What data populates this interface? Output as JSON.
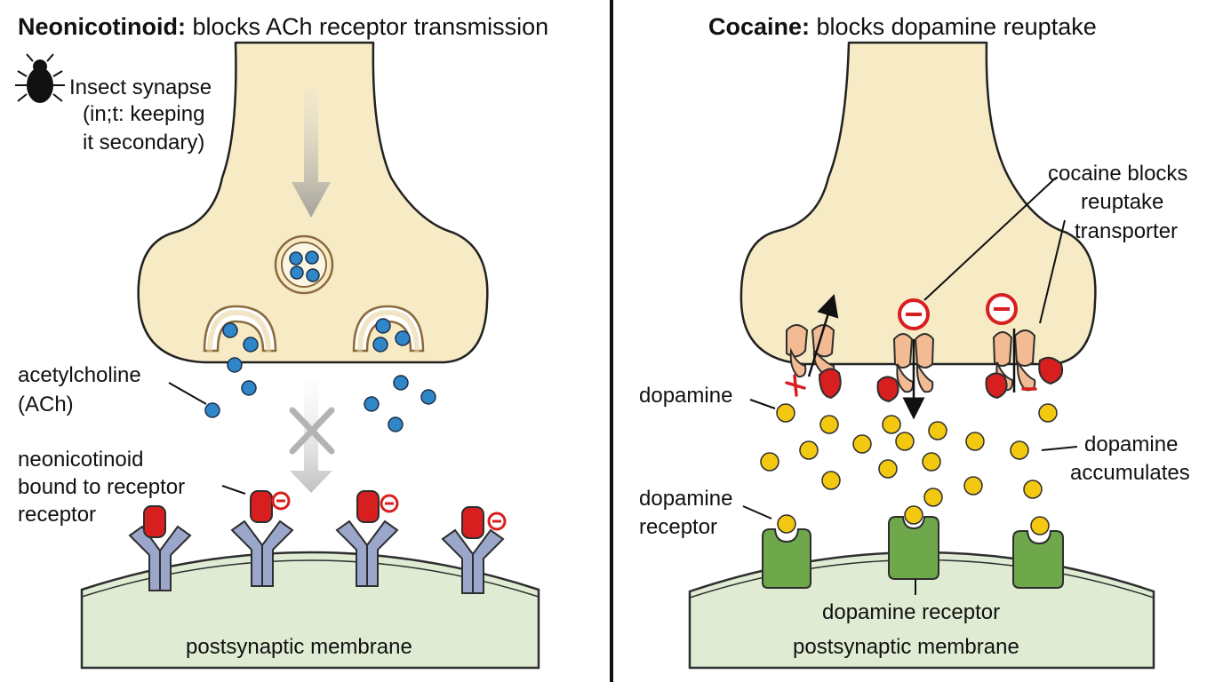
{
  "left_panel": {
    "title_bold": "Neonicotinoid:",
    "title_rest": " blocks ACh receptor transmission",
    "insect_label": [
      "Insect synapse",
      "(in;t: keeping",
      "it secondary)"
    ],
    "ach_label": [
      "acetylcholine",
      "(ACh)"
    ],
    "neonic_label": [
      "neonicotinoid",
      "bound to receptor",
      "receptor"
    ],
    "membrane_label": "postsynaptic membrane"
  },
  "right_panel": {
    "title_bold": "Cocaine:",
    "title_rest": " blocks dopamine reuptake",
    "cocaine_label": [
      "cocaine blocks",
      "reuptake",
      "transporter"
    ],
    "dopamine_label": "dopamine",
    "accumulates_label": [
      "dopamine",
      "accumulates"
    ],
    "receptor_label": [
      "dopamine",
      "receptor"
    ],
    "receptor_bottom_label": "dopamine receptor",
    "membrane_label": "postsynaptic membrane"
  },
  "colors": {
    "terminal_fill": "#f7ebc6",
    "membrane_fill": "#dfecd3",
    "ach_blue": "#2f86c9",
    "dopamine_yellow": "#f2c811",
    "receptor_blue": "#9aa7cb",
    "receptor_green": "#6ea84a",
    "antagonist_red": "#d81f1f",
    "transporter_orange": "#f2bb94",
    "divider": "#111111"
  }
}
